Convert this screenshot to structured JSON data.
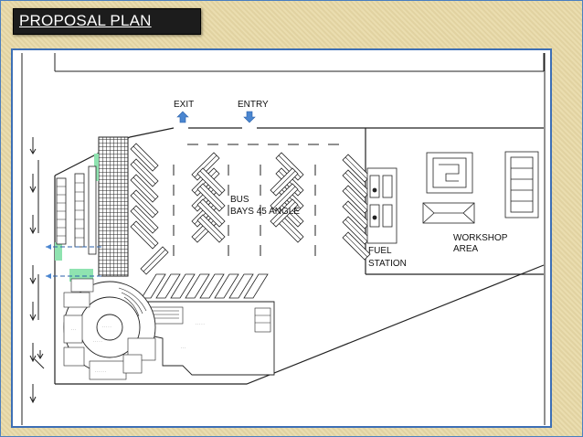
{
  "title": "PROPOSAL PLAN",
  "labels": {
    "exit": "EXIT",
    "entry": "ENTRY",
    "bus_line1": "BUS",
    "bus_line2": "BAYS 45 ANGLE",
    "fuel_line1": "FUEL",
    "fuel_line2": "STATION",
    "workshop_line1": "WORKSHOP",
    "workshop_line2": "AREA"
  },
  "colors": {
    "background": "#e8d9a6",
    "sheet_border": "#3d6fb5",
    "arrow": "#4a86d0",
    "green_hatch": "#8fe3b0"
  },
  "icons": [
    "exit-arrow-up-icon",
    "entry-arrow-down-icon"
  ]
}
